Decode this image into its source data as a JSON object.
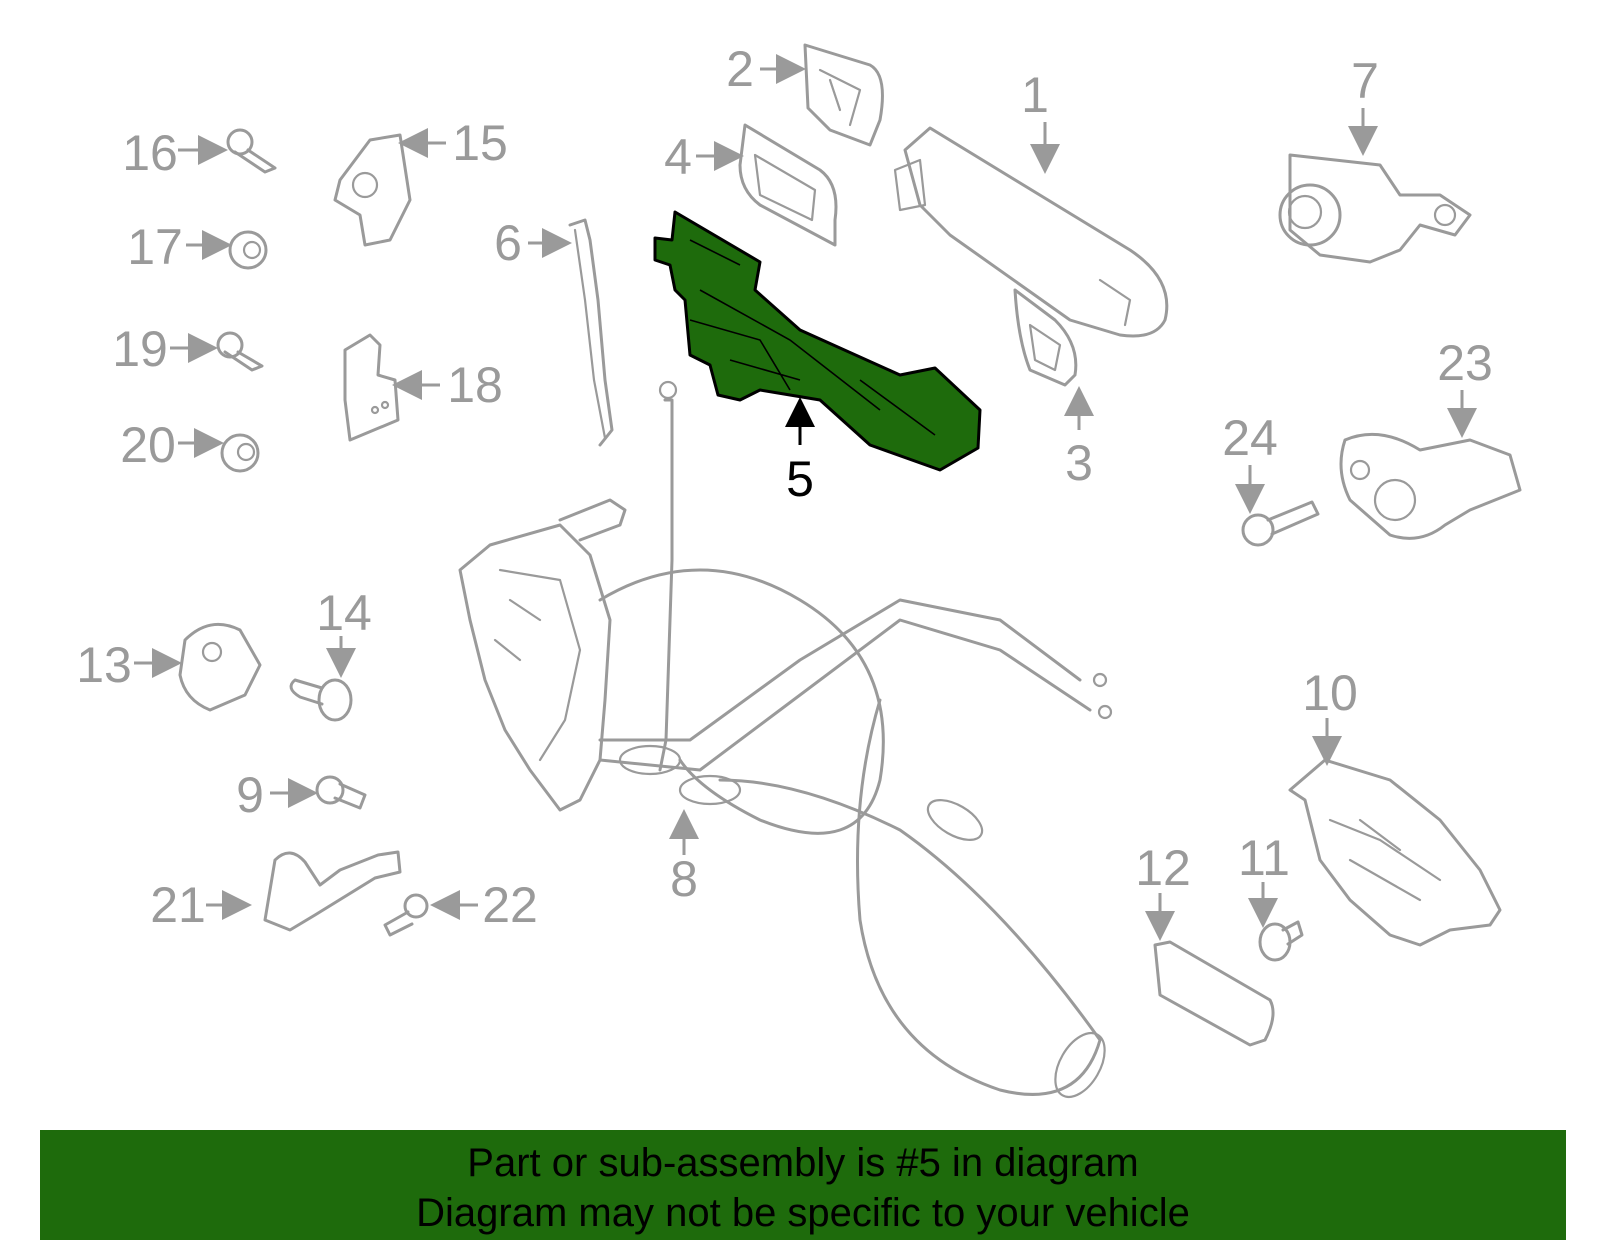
{
  "diagram": {
    "highlighted_part": "5",
    "highlight_color": "#1e6b0c",
    "line_color": "#9a9a9a",
    "callouts": [
      "1",
      "2",
      "3",
      "4",
      "5",
      "6",
      "7",
      "8",
      "9",
      "10",
      "11",
      "12",
      "13",
      "14",
      "15",
      "16",
      "17",
      "18",
      "19",
      "20",
      "21",
      "22",
      "23",
      "24"
    ]
  },
  "banner": {
    "line1": "Part or sub-assembly is #5 in diagram",
    "line2": "Diagram may not be specific to your vehicle",
    "background": "#1e6b0c"
  }
}
